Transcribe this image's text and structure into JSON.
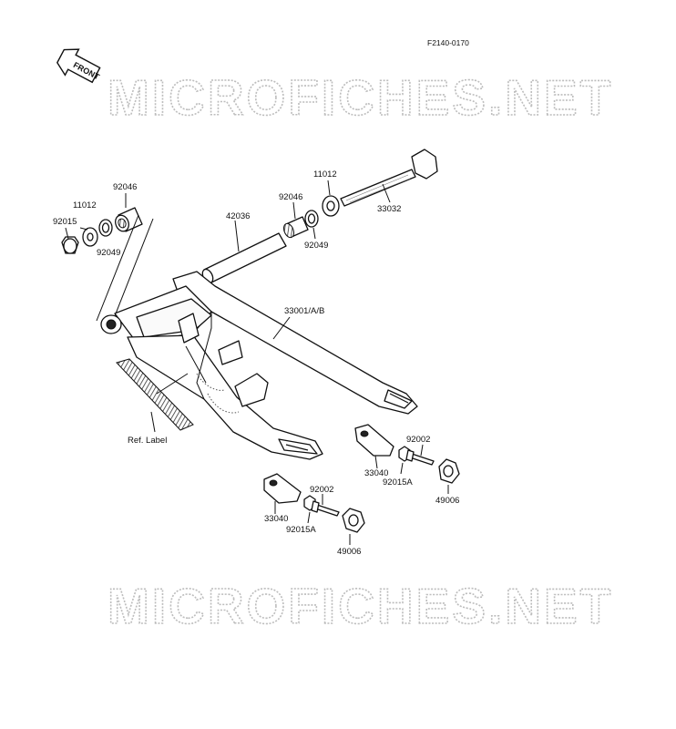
{
  "figure_code": "F2140-0170",
  "front_arrow": "FRONT",
  "watermark": "MICROFICHES.NET",
  "ref_label": "Ref. Label",
  "parts": {
    "p92015_left": "92015",
    "p11012_left": "11012",
    "p92046_left": "92046",
    "p92049_left": "92049",
    "p42036": "42036",
    "p92046_mid": "92046",
    "p92049_mid": "92049",
    "p11012_right": "11012",
    "p33032": "33032",
    "p33001": "33001/A/B",
    "p33040_right": "33040",
    "p92002_right": "92002",
    "p92015A_right": "92015A",
    "p49006_right": "49006",
    "p33040_left": "33040",
    "p92002_left": "92002",
    "p92015A_left": "92015A",
    "p49006_left": "49006"
  }
}
